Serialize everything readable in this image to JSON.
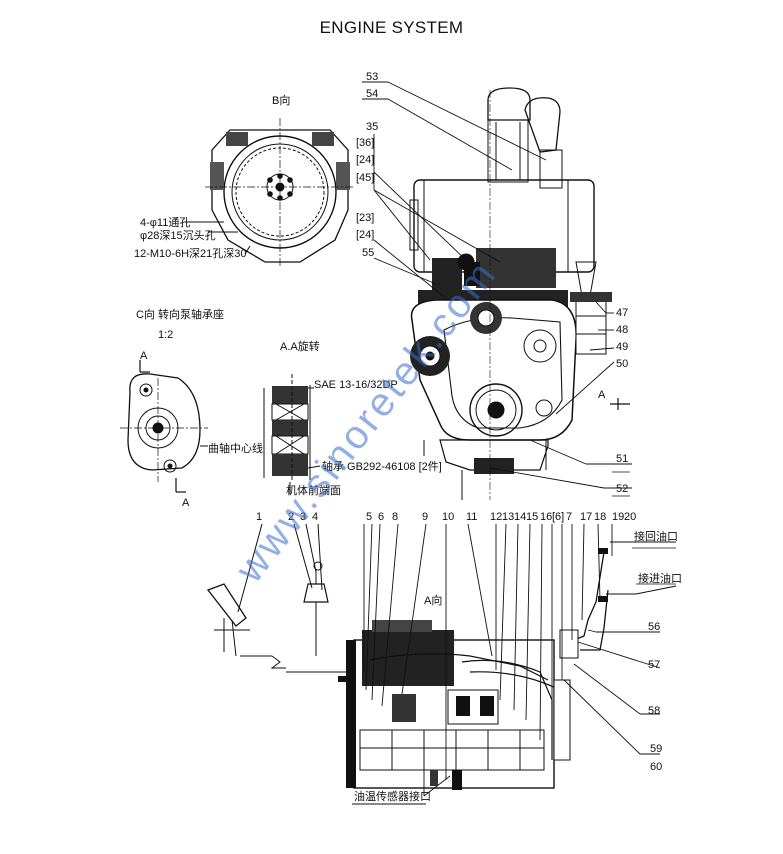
{
  "title": "ENGINE SYSTEM",
  "watermark": "www.sinoretek.com",
  "colors": {
    "line": "#111111",
    "watermark": "#3a6fd0"
  },
  "views": {
    "b": "B向",
    "c": "C向 转向泵轴承座",
    "c_scale": "1:2",
    "aa": "A.A旋转",
    "a": "A向"
  },
  "notes": {
    "holes1": "4-φ11通孔",
    "holes2": "φ28深15沉头孔",
    "thread": "12-M10-6H深21孔深30",
    "sae": "SAE 13-16/32DP",
    "bearing": "轴承 GB292-46108 [2件]",
    "crank": "曲轴中心线",
    "face": "机体前端面",
    "oil_return": "接回油口",
    "oil_in": "接进油口",
    "sensor": "油温传感器接口",
    "sec_a": "A"
  },
  "labels": {
    "n53": "53",
    "n54": "54",
    "n35": "35",
    "n36": "[36]",
    "n24a": "[24]",
    "n45": "[45]",
    "n23": "[23]",
    "n24b": "[24]",
    "n55": "55",
    "n47": "47",
    "n48": "48",
    "n49": "49",
    "n50": "50",
    "n51": "51",
    "n52": "52",
    "n56": "56",
    "n57": "57",
    "n58": "58",
    "n59": "59",
    "n60": "60",
    "top_row": [
      "1",
      "2",
      "3",
      "4",
      "5",
      "6",
      "8",
      "9",
      "10",
      "11",
      "12",
      "13",
      "14",
      "15",
      "16",
      "[6]",
      "7",
      "17",
      "18",
      "19",
      "20"
    ]
  }
}
